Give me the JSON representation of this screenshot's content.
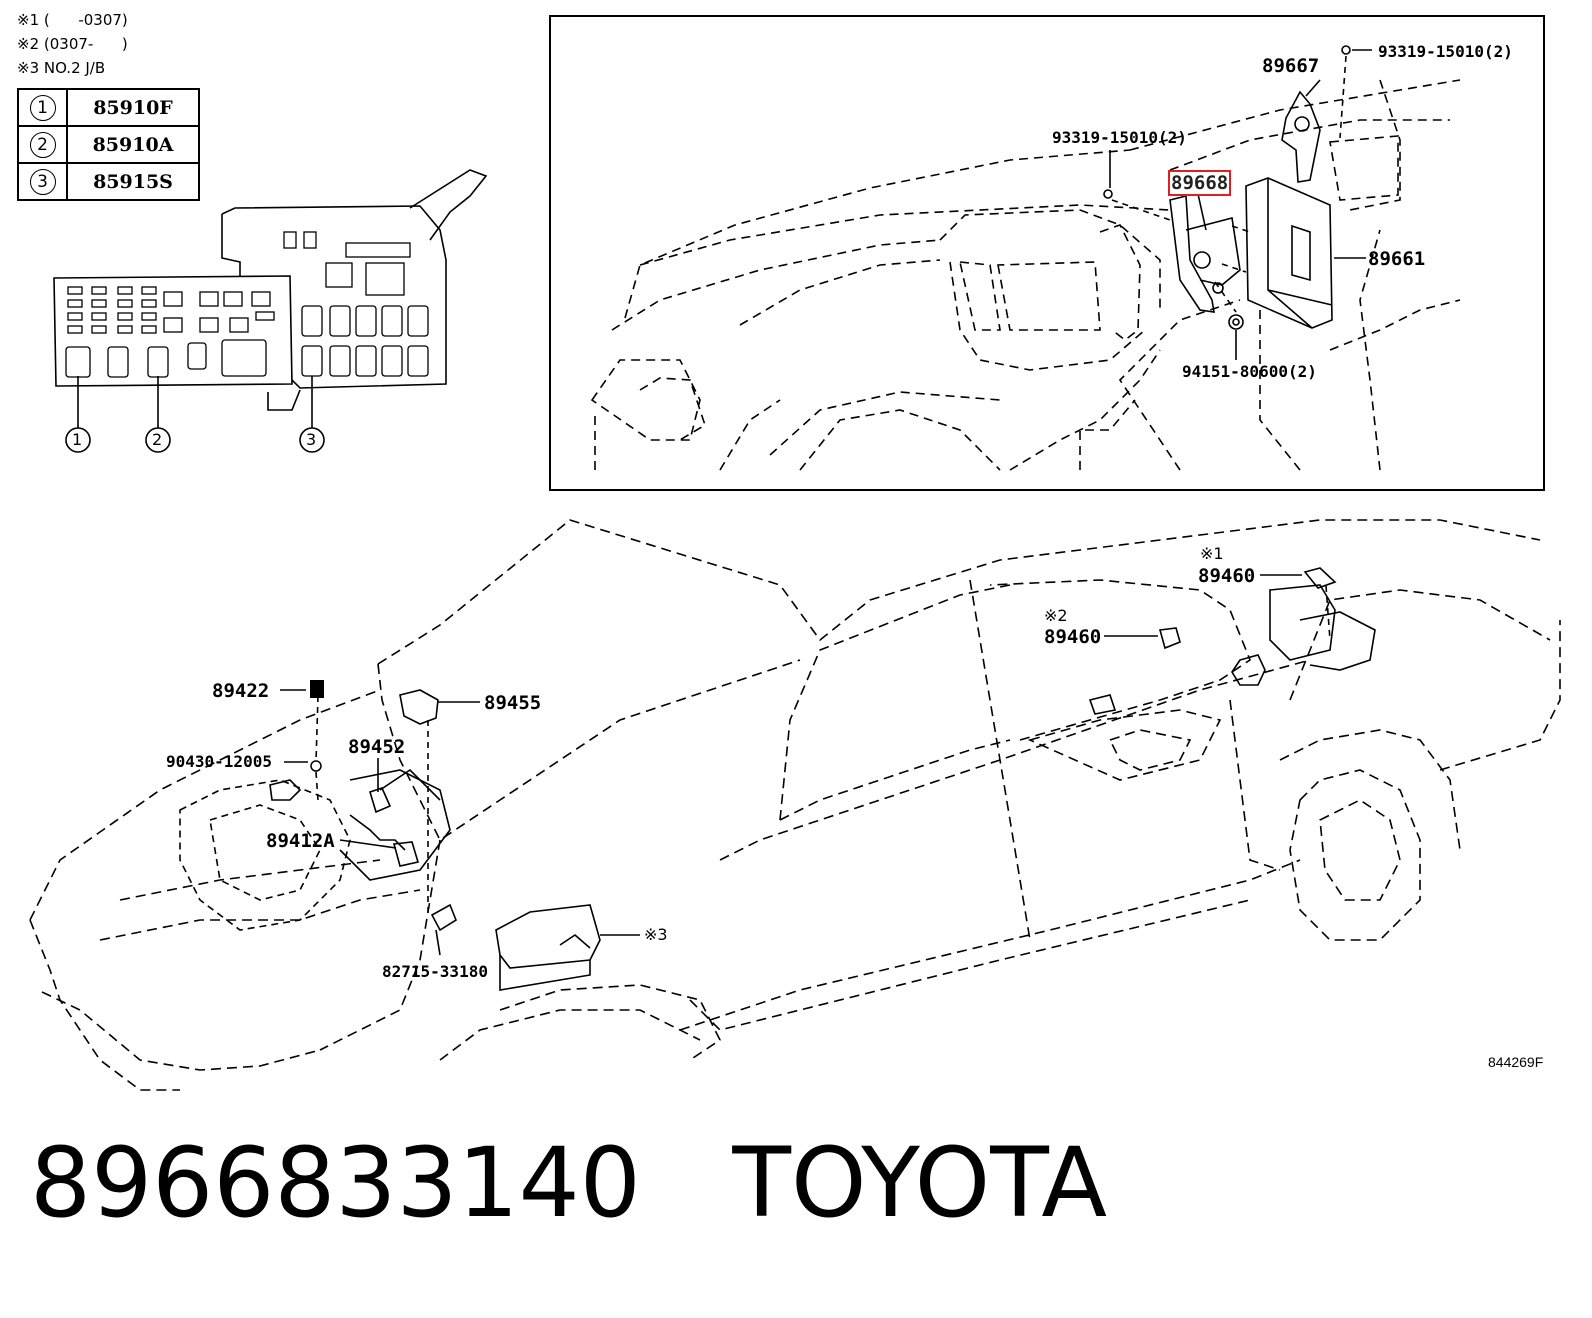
{
  "notes": {
    "n1": "※1 (      -0307)",
    "n2": "※2 (0307-      )",
    "n3": "※3 NO.2 J/B"
  },
  "legend": [
    {
      "num": "1",
      "code": "85910F"
    },
    {
      "num": "2",
      "code": "85910A"
    },
    {
      "num": "3",
      "code": "85915S"
    }
  ],
  "jb_callouts": {
    "c1": "1",
    "c2": "2",
    "c3": "3"
  },
  "inset_labels": {
    "bracket_upper": "89667",
    "bolt_top": "93319-15010(2)",
    "bolt_left": "93319-15010(2)",
    "highlighted_part": "89668",
    "ecu": "89661",
    "nut": "94151-80600(2)"
  },
  "car_labels": {
    "sensor_89422": "89422",
    "sensor_89455": "89455",
    "gasket": "90430-12005",
    "sensor_89452": "89452",
    "sensor_89412a": "89412A",
    "relay": "82715-33180",
    "jb_mark": "※3",
    "mark1": "※1",
    "sensor_89460_a": "89460",
    "mark2": "※2",
    "sensor_89460_b": "89460"
  },
  "figure_code": "844269F",
  "title": {
    "part_number": "8966833140",
    "brand": "TOYOTA"
  }
}
